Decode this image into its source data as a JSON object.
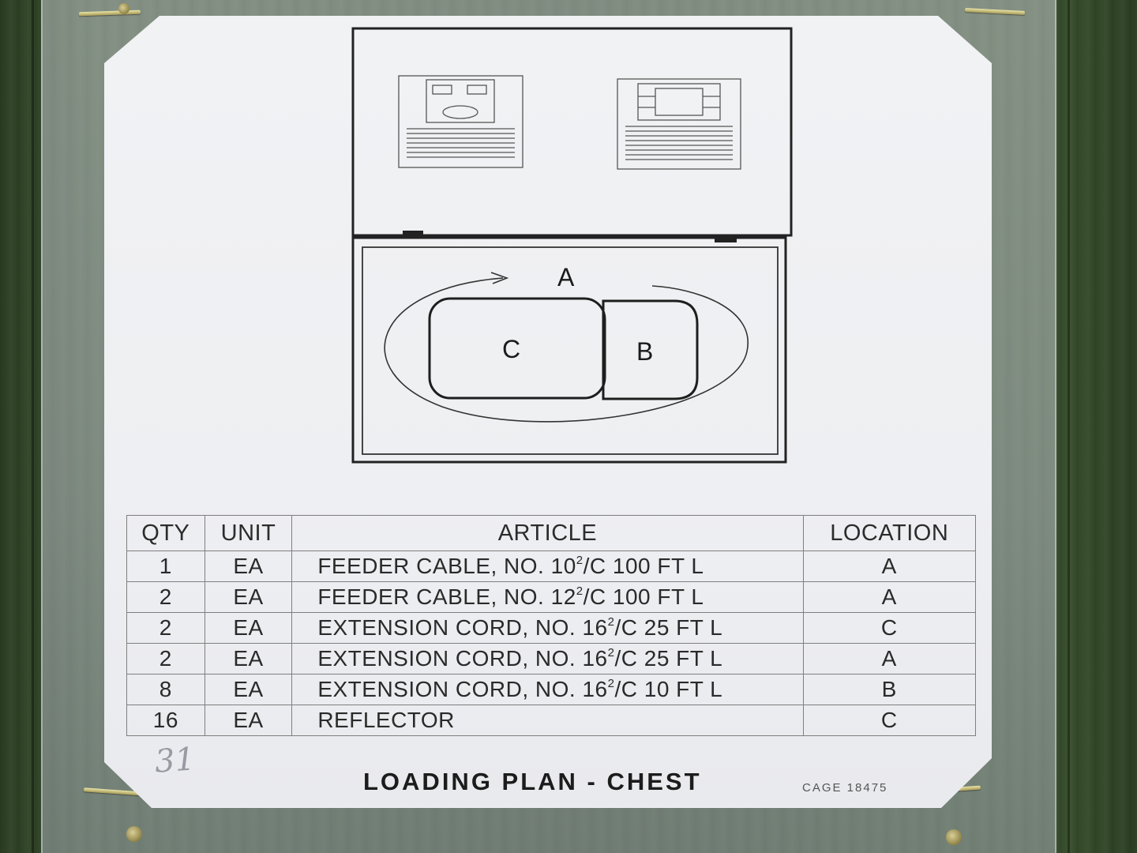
{
  "diagram": {
    "labels": {
      "a": "A",
      "b": "B",
      "c": "C"
    }
  },
  "table": {
    "headers": {
      "qty": "QTY",
      "unit": "UNIT",
      "article": "ARTICLE",
      "location": "LOCATION"
    },
    "rows": [
      {
        "qty": "1",
        "unit": "EA",
        "article_pre": "FEEDER CABLE, NO. 10",
        "article_sup": "2",
        "article_post": "/C 100 FT L",
        "location": "A"
      },
      {
        "qty": "2",
        "unit": "EA",
        "article_pre": "FEEDER CABLE, NO. 12",
        "article_sup": "2",
        "article_post": "/C 100 FT L",
        "location": "A"
      },
      {
        "qty": "2",
        "unit": "EA",
        "article_pre": "EXTENSION CORD, NO. 16",
        "article_sup": "2",
        "article_post": "/C 25 FT L",
        "location": "C"
      },
      {
        "qty": "2",
        "unit": "EA",
        "article_pre": "EXTENSION CORD, NO. 16",
        "article_sup": "2",
        "article_post": "/C 25 FT L",
        "location": "A"
      },
      {
        "qty": "8",
        "unit": "EA",
        "article_pre": "EXTENSION CORD, NO. 16",
        "article_sup": "2",
        "article_post": "/C 10 FT L",
        "location": "B"
      },
      {
        "qty": "16",
        "unit": "EA",
        "article_pre": "REFLECTOR",
        "article_sup": "",
        "article_post": "",
        "location": "C"
      }
    ]
  },
  "footer": {
    "handwritten_number": "31",
    "title": "LOADING PLAN - CHEST",
    "cage": "CAGE 18475"
  }
}
